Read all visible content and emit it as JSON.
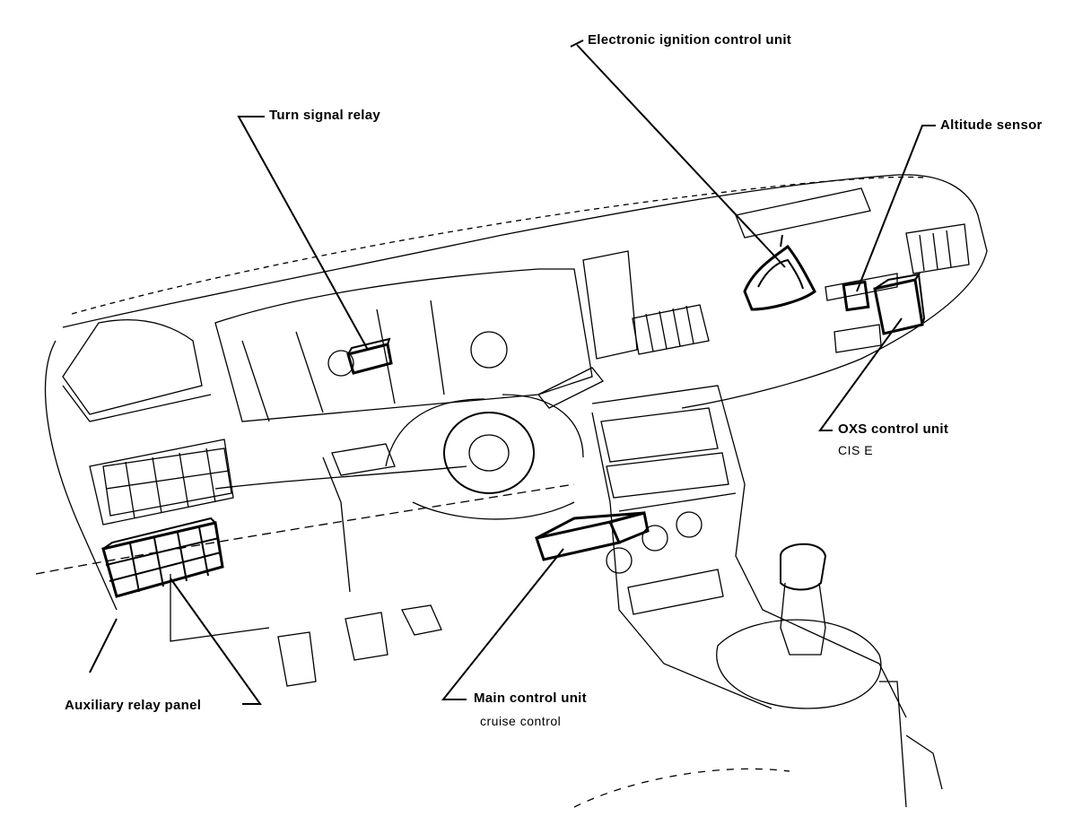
{
  "diagram": {
    "labels": {
      "ignition": "Electronic ignition control unit",
      "turn_signal": "Turn signal relay",
      "altitude": "Altitude sensor",
      "oxs": "OXS control unit",
      "oxs_sub": "CIS  E",
      "aux_relay": "Auxiliary relay panel",
      "main_control": "Main control unit",
      "main_control_sub": "cruise control"
    },
    "colors": {
      "ink": "#000000",
      "paper": "#ffffff"
    }
  }
}
